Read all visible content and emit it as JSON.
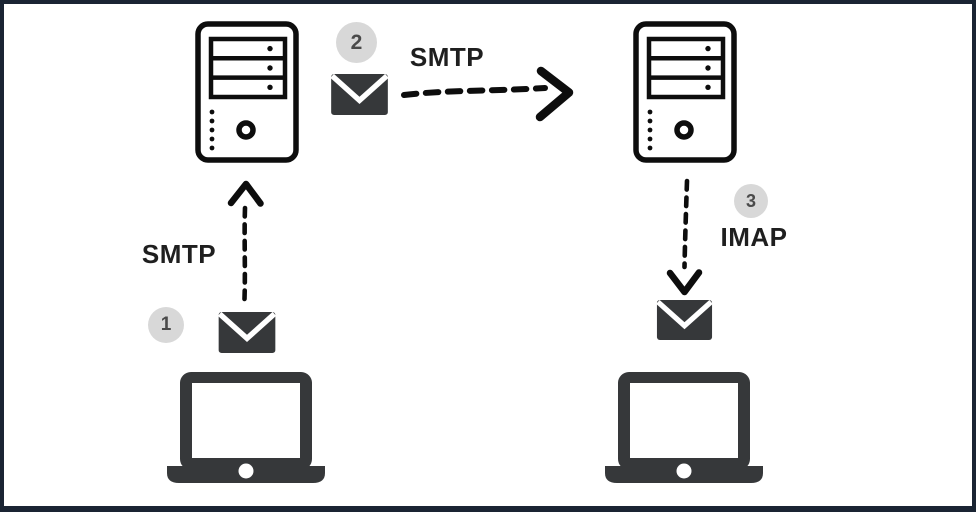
{
  "colors": {
    "frame_border": "#1a2433",
    "background": "#ffffff",
    "icon_fill": "#36383a",
    "outline": "#0d0d0d",
    "badge_background": "#d8d8d8",
    "badge_number": "#4a4a4a",
    "label": "#1f1f1f"
  },
  "diagram": {
    "steps": [
      {
        "number": "1",
        "protocol": "SMTP"
      },
      {
        "number": "2",
        "protocol": "SMTP"
      },
      {
        "number": "3",
        "protocol": "IMAP"
      }
    ],
    "nodes": [
      {
        "id": "sender-computer",
        "icon": "laptop-icon"
      },
      {
        "id": "outgoing-mail-server",
        "icon": "mail-server-icon"
      },
      {
        "id": "incoming-mail-server",
        "icon": "mail-server-icon"
      },
      {
        "id": "recipient-computer",
        "icon": "laptop-icon"
      }
    ],
    "message_icon": "envelope-icon"
  }
}
